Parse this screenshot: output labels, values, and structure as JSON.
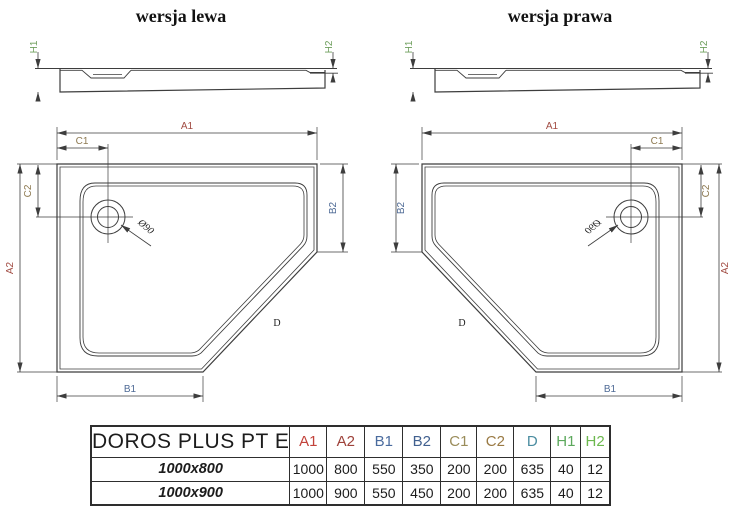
{
  "titles": {
    "left": "wersja lewa",
    "right": "wersja prawa"
  },
  "labels": {
    "a1": "A1",
    "a2": "A2",
    "b1": "B1",
    "b2": "B2",
    "c1": "C1",
    "c2": "C2",
    "d": "D",
    "h1": "H1",
    "h2": "H2",
    "drain_diameter": "Ø90"
  },
  "colors": {
    "line": "#3d3d3d",
    "dim_a": "#a14b42",
    "dim_b": "#4f6b96",
    "dim_c": "#8e7a52",
    "dim_d": "#1c1c1c",
    "dim_h": "#6f9f5e",
    "table_a1": "#c2423a",
    "table_a2": "#9e423a",
    "table_b1": "#4a6b9e",
    "table_b2": "#41608f",
    "table_c1": "#9a8c5a",
    "table_c2": "#9a7a44",
    "table_d": "#4a8ca0",
    "table_h1": "#5ca85c",
    "table_h2": "#6cb84e"
  },
  "table": {
    "title": "DOROS PLUS PT E",
    "columns": [
      "A1",
      "A2",
      "B1",
      "B2",
      "C1",
      "C2",
      "D",
      "H1",
      "H2"
    ],
    "rows": [
      {
        "name": "1000x800",
        "values": [
          "1000",
          "800",
          "550",
          "350",
          "200",
          "200",
          "635",
          "40",
          "12"
        ]
      },
      {
        "name": "1000x900",
        "values": [
          "1000",
          "900",
          "550",
          "450",
          "200",
          "200",
          "635",
          "40",
          "12"
        ]
      }
    ]
  }
}
